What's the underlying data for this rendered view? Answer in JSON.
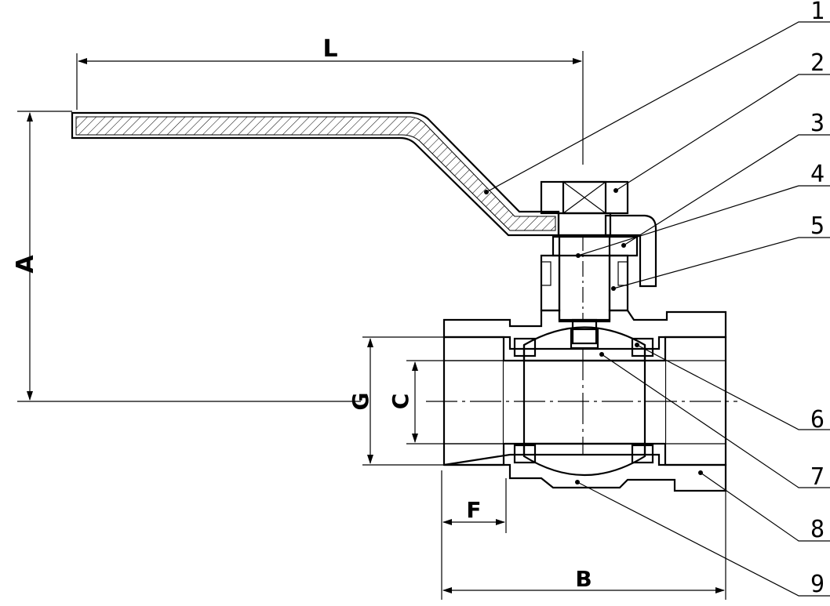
{
  "dimensions": {
    "L": "L",
    "A": "A",
    "G": "G",
    "C": "C",
    "F": "F",
    "B": "B"
  },
  "callouts": [
    "1",
    "2",
    "3",
    "4",
    "5",
    "6",
    "7",
    "8",
    "9"
  ],
  "colors": {
    "line": "#000000",
    "background": "#ffffff"
  }
}
